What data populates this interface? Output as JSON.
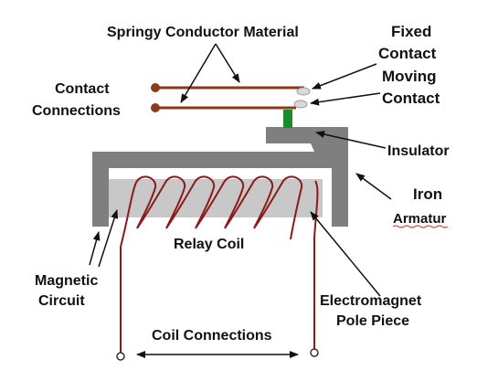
{
  "labels": {
    "springy": "Springy  Conductor  Material",
    "fixed_line1": "Fixed",
    "fixed_line2": "Contact",
    "moving_line1": "Moving",
    "moving_line2": "Contact",
    "contact_line1": "Contact",
    "contact_line2": "Connections",
    "insulator": "Insulator",
    "iron": "Iron",
    "armatur": "Armatur",
    "relay_coil": "Relay  Coil",
    "magnetic_line1": "Magnetic",
    "magnetic_line2": "Circuit",
    "electromagnet_line1": "Electromagnet",
    "electromagnet_line2": "Pole Piece",
    "coil_connections": "Coil Connections"
  },
  "colors": {
    "conductor": "#8b3a1a",
    "coil": "#8b1a1a",
    "iron": "#7f7f7f",
    "pole_piece": "#c8c8c8",
    "insulator": "#1a8c2a",
    "contact_tip": "#d9d9d9",
    "text": "#111111"
  }
}
